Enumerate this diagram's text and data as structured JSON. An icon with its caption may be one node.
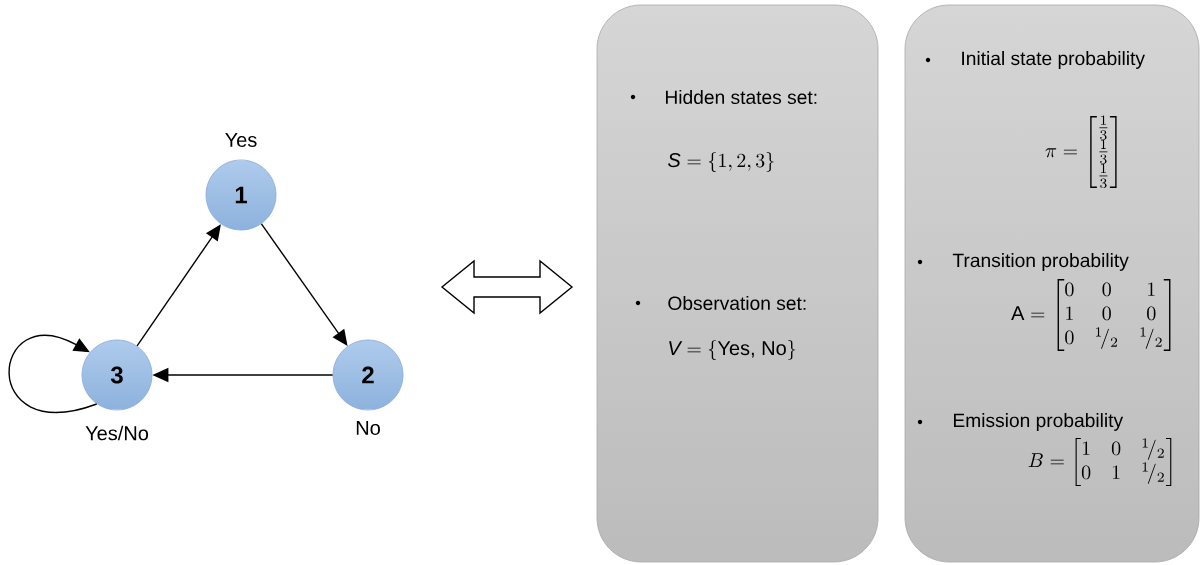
{
  "diagram": {
    "nodes": [
      {
        "text": [
          "1"
        ],
        "beside": [
          "Yes"
        ]
      },
      {
        "text": [
          "2"
        ],
        "beside": [
          "No"
        ]
      },
      {
        "text": [
          "3"
        ],
        "beside": [
          "Yes/No"
        ]
      },
      {
        "text": [
          "Hidden states set:",
          "\\mathit{S} = \\{1, 2, 3\\}",
          "Observation set:",
          "\\mathit{V} = \\{\\text{Yes, No}\\}"
        ]
      },
      {
        "text": [
          "Initial state probability",
          "\\pi = \\begin{bmatrix}\\tfrac{1}{3}\\\\ \\tfrac{1}{3}\\\\ \\tfrac{1}{3}\\end{bmatrix}",
          "Transition probability",
          "\\mathrm{A} = \\begin{bmatrix}0 & 0 & 1\\\\ 1 & 0 & 0\\\\ 0 & {}^{1}\\!/_{2} & {}^{1}\\!/_{2}\\end{bmatrix}",
          "Emission probability",
          "B = \\begin{bmatrix}1 & 0 & {}^{1}\\!/_{2}\\\\ 0 & 1 & {}^{1}\\!/_{2}\\end{bmatrix}"
        ]
      }
    ],
    "edges": [
      {
        "from": 2,
        "to": 0,
        "arrow": "to"
      },
      {
        "from": 0,
        "to": 1,
        "arrow": "to"
      },
      {
        "from": 1,
        "to": 2,
        "arrow": "to"
      },
      {
        "from": 2,
        "to": 2,
        "arrow": "to"
      },
      {
        "from": null,
        "to": 3,
        "arrow": "both"
      }
    ]
  }
}
